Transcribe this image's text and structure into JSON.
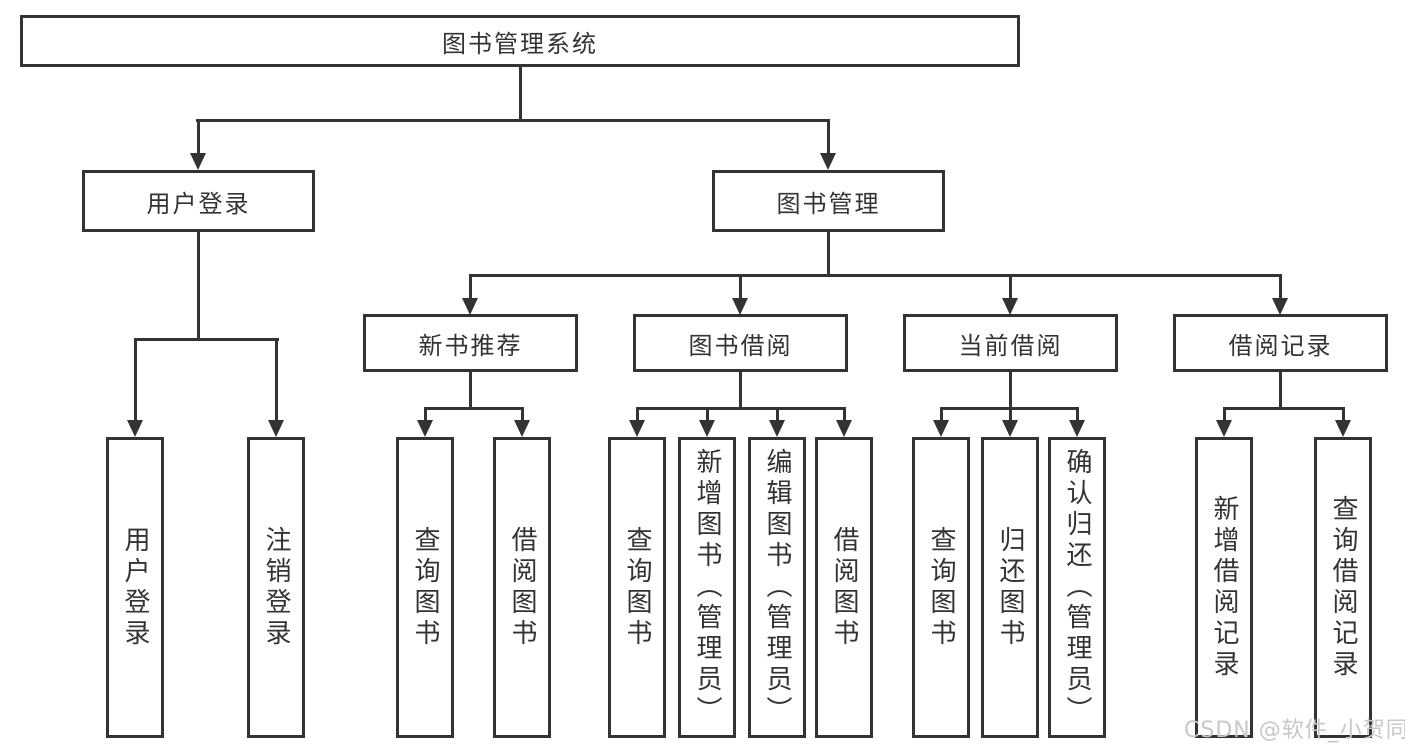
{
  "diagram": {
    "root": "图书管理系统",
    "level2": {
      "user_login": "用户登录",
      "book_mgmt": "图书管理"
    },
    "level3": {
      "new_books": "新书推荐",
      "borrowing": "图书借阅",
      "current": "当前借阅",
      "records": "借阅记录"
    },
    "leaves": {
      "user_login": [
        "用户登录",
        "注销登录"
      ],
      "new_books": [
        "查询图书",
        "借阅图书"
      ],
      "borrowing": [
        "查询图书",
        "新增图书（管理员）",
        "编辑图书（管理员）",
        "借阅图书"
      ],
      "current": [
        "查询图书",
        "归还图书",
        "确认归还（管理员）"
      ],
      "records": [
        "新增借阅记录",
        "查询借阅记录"
      ]
    }
  },
  "watermark": "CSDN @软件_小贺同学",
  "colors": {
    "line": "#333333",
    "text": "#333333",
    "watermark": "#c8c8c8",
    "background": "#ffffff"
  }
}
